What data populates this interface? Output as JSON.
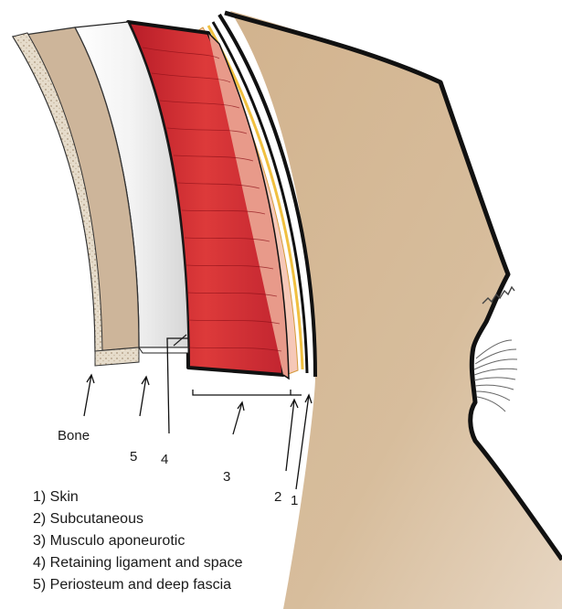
{
  "labels": {
    "bone": "Bone",
    "n5": "5",
    "n4": "4",
    "n3": "3",
    "n2": "2",
    "n1": "1"
  },
  "legend": {
    "items": [
      "1) Skin",
      "2) Subcutaneous",
      "3) Musculo aponeurotic",
      "4) Retaining ligament and space",
      "5) Periosteum and deep fascia"
    ]
  },
  "colors": {
    "skin": "#d4b896",
    "bone": "#c9b49a",
    "periosteum": "#eeeeee",
    "muscle": "#c8242e",
    "fat": "#f0c040",
    "outline": "#111111"
  }
}
